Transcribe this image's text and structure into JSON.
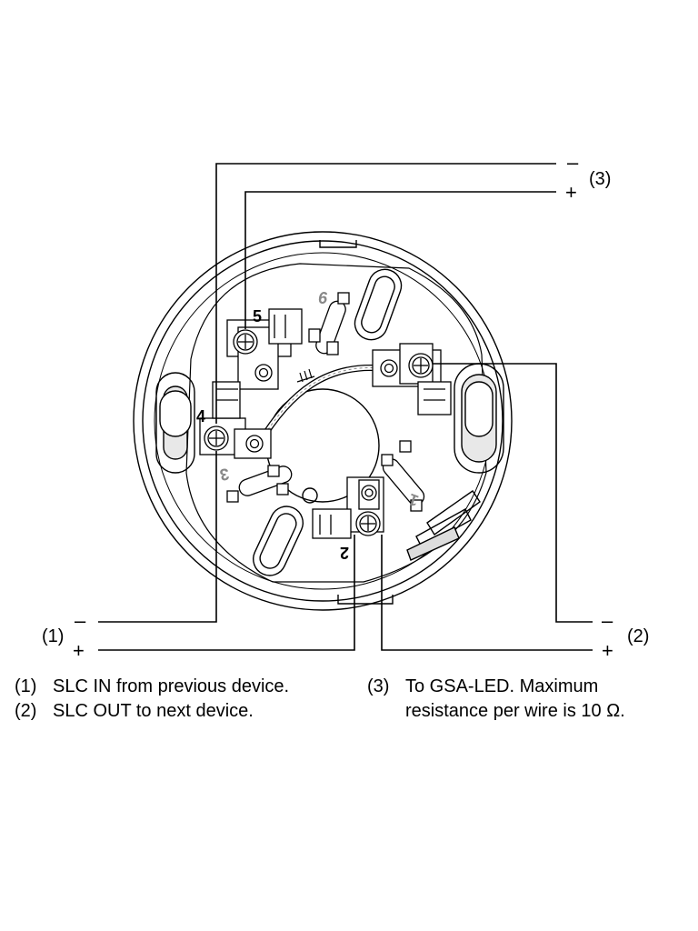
{
  "terminals": {
    "t1": "1",
    "t2": "2",
    "t3": "3",
    "t4": "4",
    "t5": "5",
    "t6": "6"
  },
  "connections": {
    "slc_in": {
      "tag": "(1)",
      "minus": "–",
      "plus": "+"
    },
    "slc_out": {
      "tag": "(2)",
      "minus": "–",
      "plus": "+"
    },
    "gsa_led": {
      "tag": "(3)",
      "minus": "–",
      "plus": "+"
    }
  },
  "notes": [
    {
      "num": "(1)",
      "text": "SLC IN from previous device."
    },
    {
      "num": "(2)",
      "text": "SLC OUT to next device."
    },
    {
      "num": "(3)",
      "text": "To GSA-LED. Maximum",
      "text2": "resistance per wire is 10 Ω."
    }
  ]
}
